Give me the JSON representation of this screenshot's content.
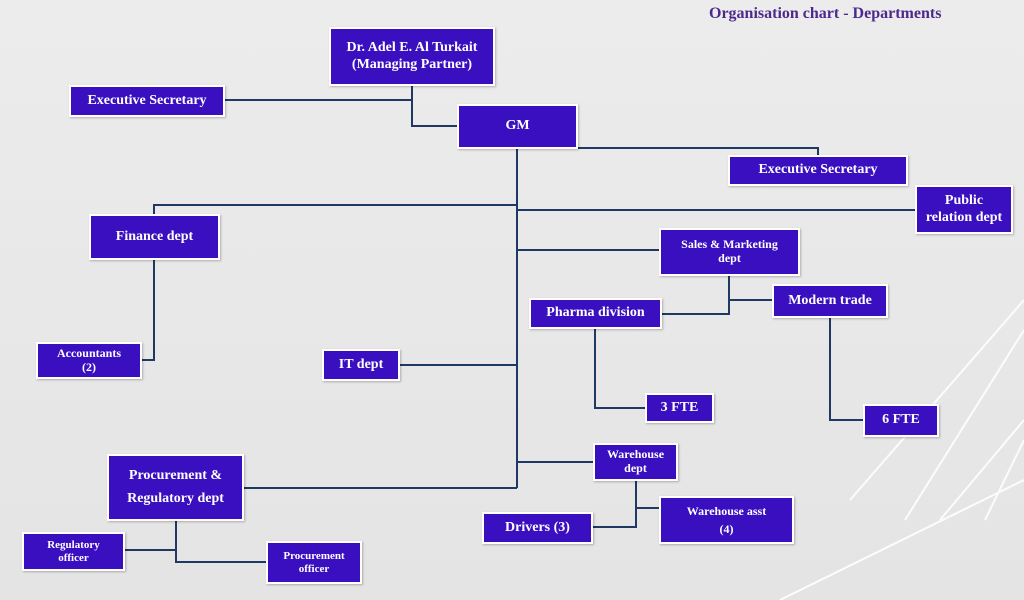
{
  "title": "Organisation chart - Departments",
  "colors": {
    "box_fill": "#3a0fbf",
    "line": "#1f3864",
    "title": "#4b2a8c"
  },
  "nodes": {
    "managing_partner": "Dr. Adel E. Al Turkait\n(Managing Partner)",
    "exec_secretary_left": "Executive Secretary",
    "gm": "GM",
    "exec_secretary_right": "Executive Secretary",
    "public_relation": "Public\nrelation dept",
    "finance": "Finance dept",
    "accountants": "Accountants\n(2)",
    "sales_marketing": "Sales & Marketing\ndept",
    "pharma": "Pharma division",
    "modern_trade": "Modern trade",
    "it": "IT dept",
    "fte_3": "3 FTE",
    "fte_6": "6 FTE",
    "warehouse": "Warehouse\ndept",
    "procurement_regulatory": "Procurement &\nRegulatory dept",
    "drivers": "Drivers (3)",
    "warehouse_asst": "Warehouse asst\n(4)",
    "regulatory_officer": "Regulatory\nofficer",
    "procurement_officer": "Procurement\nofficer"
  }
}
